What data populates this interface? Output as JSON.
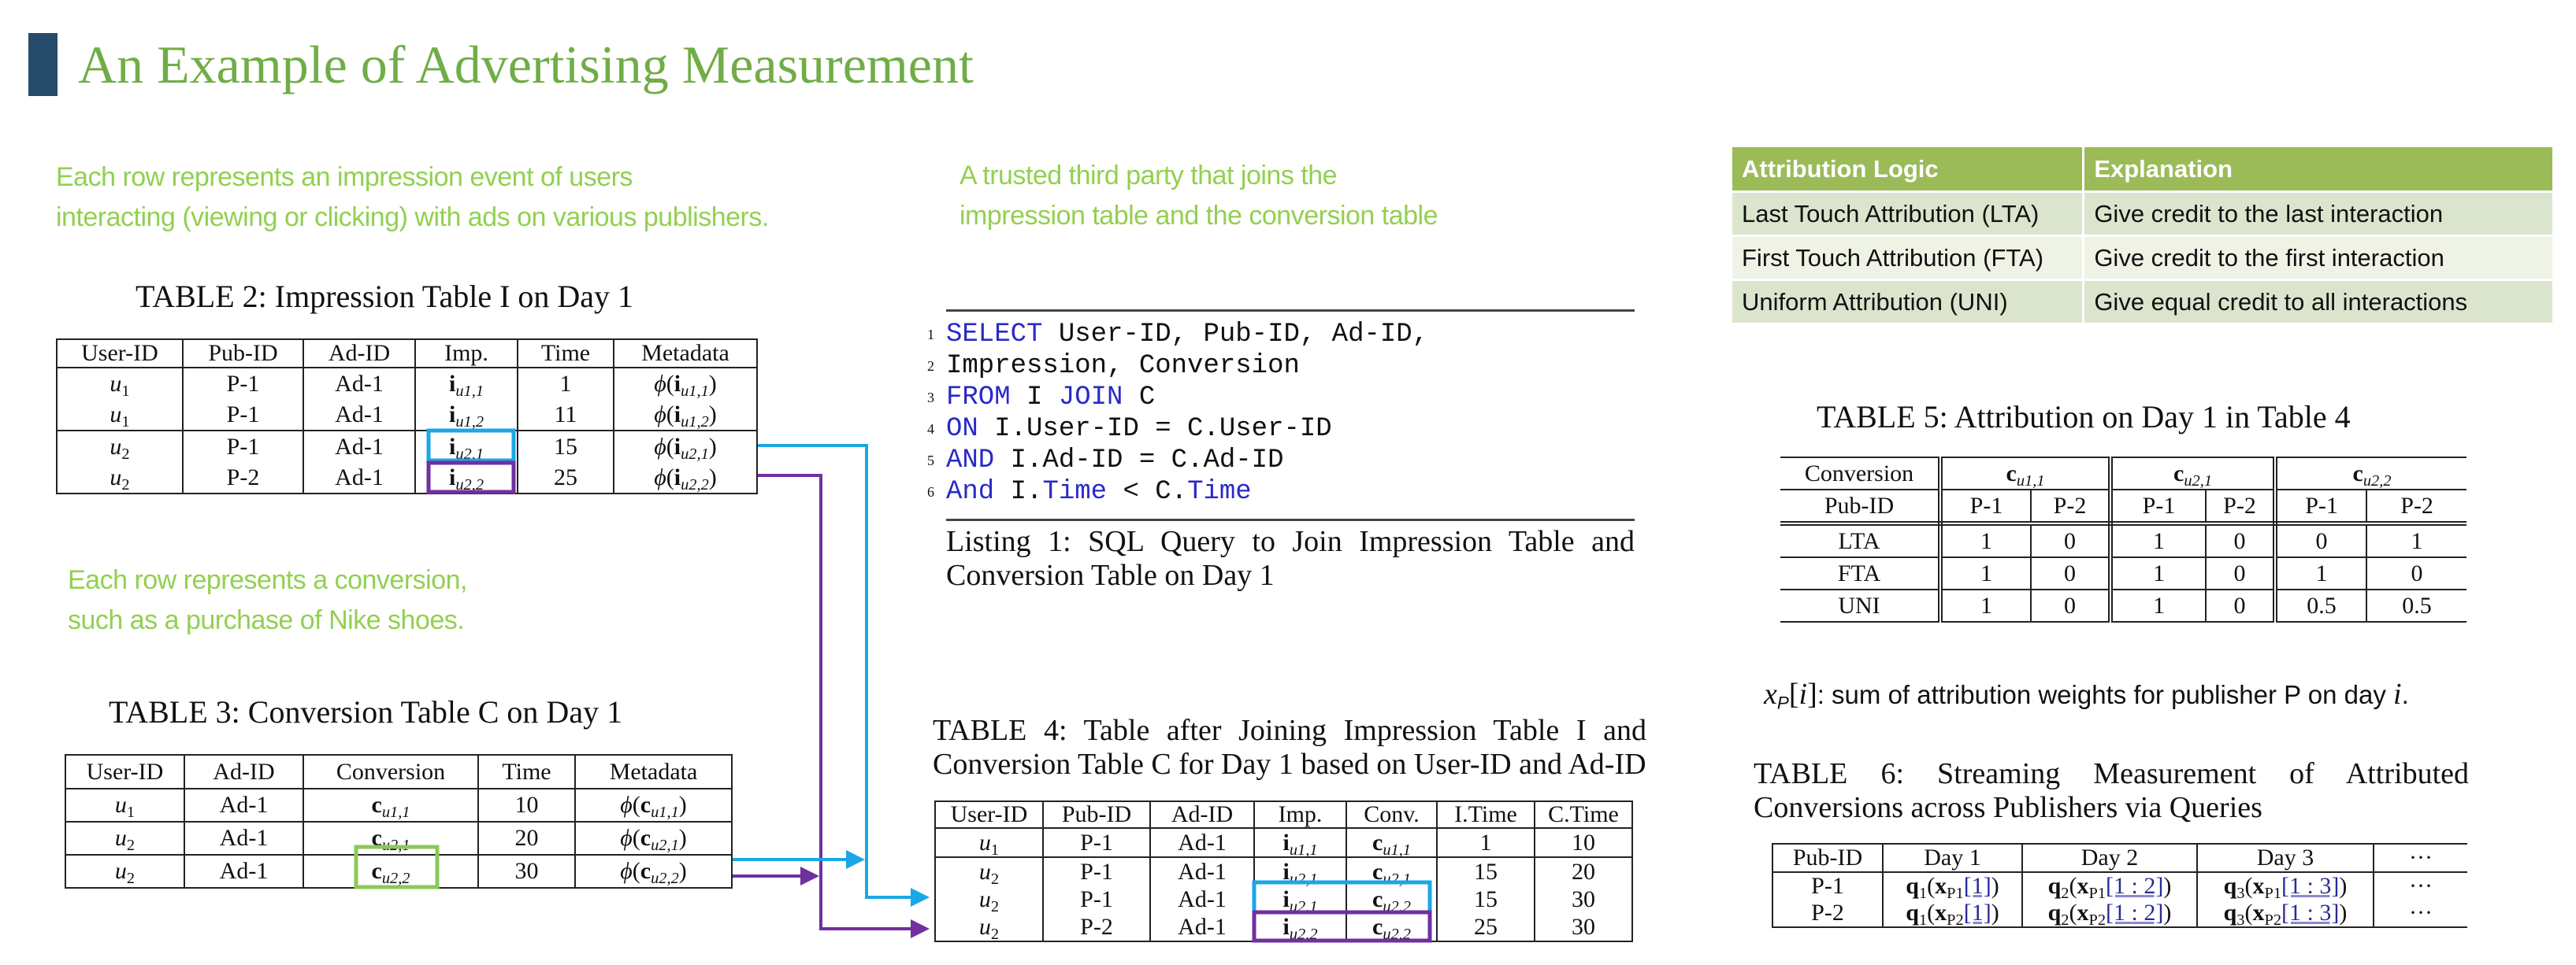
{
  "title": "An Example of Advertising Measurement",
  "notes": {
    "impression": [
      "Each row represents an impression event of users",
      "interacting (viewing or clicking) with ads on various publishers."
    ],
    "third_party": [
      "A trusted third party that joins the",
      "impression table and the conversion table"
    ],
    "conversion": [
      "Each row represents a conversion,",
      "such as a purchase of Nike shoes."
    ]
  },
  "colors": {
    "title": "#70ad47",
    "note": "#92d050",
    "bar": "#264b6b",
    "blue": "#1aa7e6",
    "purple": "#7030a0",
    "green_box": "#8cc85a",
    "header_green": "#9bbb59",
    "keyword": "#2929c8"
  },
  "table2": {
    "caption": "TABLE 2: Impression Table I on Day 1",
    "headers": [
      "User-ID",
      "Pub-ID",
      "Ad-ID",
      "Imp.",
      "Time",
      "Metadata"
    ],
    "rows": [
      [
        {
          "t": "var",
          "v": "u",
          "s": "1"
        },
        "P-1",
        "Ad-1",
        {
          "t": "vec",
          "v": "i",
          "s": "u1,1"
        },
        "1",
        {
          "t": "vec",
          "v": "i",
          "s": "u1,1",
          "wrap": "ϕ"
        }
      ],
      [
        {
          "t": "var",
          "v": "u",
          "s": "1"
        },
        "P-1",
        "Ad-1",
        {
          "t": "vec",
          "v": "i",
          "s": "u1,2"
        },
        "11",
        {
          "t": "vec",
          "v": "i",
          "s": "u1,2",
          "wrap": "ϕ"
        }
      ],
      [
        {
          "t": "var",
          "v": "u",
          "s": "2"
        },
        "P-1",
        "Ad-1",
        {
          "t": "vec",
          "v": "i",
          "s": "u2,1"
        },
        "15",
        {
          "t": "vec",
          "v": "i",
          "s": "u2,1",
          "wrap": "ϕ"
        }
      ],
      [
        {
          "t": "var",
          "v": "u",
          "s": "2"
        },
        "P-2",
        "Ad-1",
        {
          "t": "vec",
          "v": "i",
          "s": "u2,2"
        },
        "25",
        {
          "t": "vec",
          "v": "i",
          "s": "u2,2",
          "wrap": "ϕ"
        }
      ]
    ]
  },
  "table3": {
    "caption": "TABLE 3: Conversion Table C on Day 1",
    "headers": [
      "User-ID",
      "Ad-ID",
      "Conversion",
      "Time",
      "Metadata"
    ],
    "rows": [
      [
        {
          "t": "var",
          "v": "u",
          "s": "1"
        },
        "Ad-1",
        {
          "t": "vec",
          "v": "c",
          "s": "u1,1"
        },
        "10",
        {
          "t": "vec",
          "v": "c",
          "s": "u1,1",
          "wrap": "ϕ"
        }
      ],
      [
        {
          "t": "var",
          "v": "u",
          "s": "2"
        },
        "Ad-1",
        {
          "t": "vec",
          "v": "c",
          "s": "u2,1"
        },
        "20",
        {
          "t": "vec",
          "v": "c",
          "s": "u2,1",
          "wrap": "ϕ"
        }
      ],
      [
        {
          "t": "var",
          "v": "u",
          "s": "2"
        },
        "Ad-1",
        {
          "t": "vec",
          "v": "c",
          "s": "u2,2"
        },
        "30",
        {
          "t": "vec",
          "v": "c",
          "s": "u2,2",
          "wrap": "ϕ"
        }
      ]
    ]
  },
  "listing": {
    "lines": [
      [
        {
          "k": "SELECT"
        },
        {
          "p": " User-ID, Pub-ID, Ad-ID,"
        }
      ],
      [
        {
          "p": "Impression, Conversion"
        }
      ],
      [
        {
          "k": "FROM"
        },
        {
          "p": " I "
        },
        {
          "k": "JOIN"
        },
        {
          "p": " C"
        }
      ],
      [
        {
          "k": "ON"
        },
        {
          "p": " I.User-ID = C.User-ID"
        }
      ],
      [
        {
          "k": "AND"
        },
        {
          "p": " I.Ad-ID = C.Ad-ID"
        }
      ],
      [
        {
          "k": "And"
        },
        {
          "p": " I."
        },
        {
          "k": "Time"
        },
        {
          "p": " < C."
        },
        {
          "k": "Time"
        }
      ]
    ],
    "caption": "Listing 1: SQL Query to Join Impression Table and Conversion Table on Day 1"
  },
  "table4": {
    "caption": "TABLE 4: Table after Joining Impression Table I and Conversion Table C for Day 1 based on User-ID and Ad-ID",
    "headers": [
      "User-ID",
      "Pub-ID",
      "Ad-ID",
      "Imp.",
      "Conv.",
      "I.Time",
      "C.Time"
    ],
    "rows": [
      [
        {
          "t": "var",
          "v": "u",
          "s": "1"
        },
        "P-1",
        "Ad-1",
        {
          "t": "vec",
          "v": "i",
          "s": "u1,1"
        },
        {
          "t": "vec",
          "v": "c",
          "s": "u1,1"
        },
        "1",
        "10"
      ],
      [
        {
          "t": "var",
          "v": "u",
          "s": "2"
        },
        "P-1",
        "Ad-1",
        {
          "t": "vec",
          "v": "i",
          "s": "u2,1"
        },
        {
          "t": "vec",
          "v": "c",
          "s": "u2,1"
        },
        "15",
        "20"
      ],
      [
        {
          "t": "var",
          "v": "u",
          "s": "2"
        },
        "P-1",
        "Ad-1",
        {
          "t": "vec",
          "v": "i",
          "s": "u2,1"
        },
        {
          "t": "vec",
          "v": "c",
          "s": "u2,2"
        },
        "15",
        "30"
      ],
      [
        {
          "t": "var",
          "v": "u",
          "s": "2"
        },
        "P-2",
        "Ad-1",
        {
          "t": "vec",
          "v": "i",
          "s": "u2,2"
        },
        {
          "t": "vec",
          "v": "c",
          "s": "u2,2"
        },
        "25",
        "30"
      ]
    ]
  },
  "attribution": {
    "headers": [
      "Attribution Logic",
      "Explanation"
    ],
    "rows": [
      [
        "Last Touch Attribution (LTA)",
        "Give credit to the last interaction"
      ],
      [
        "First Touch Attribution (FTA)",
        "Give credit to the first interaction"
      ],
      [
        "Uniform Attribution (UNI)",
        "Give equal credit to all interactions"
      ]
    ]
  },
  "table5": {
    "caption": "TABLE 5: Attribution on Day 1 in Table 4",
    "conversion_label": "Conversion",
    "pub_label": "Pub-ID",
    "conversions": [
      {
        "t": "vec",
        "v": "c",
        "s": "u1,1"
      },
      {
        "t": "vec",
        "v": "c",
        "s": "u2,1"
      },
      {
        "t": "vec",
        "v": "c",
        "s": "u2,2"
      }
    ],
    "pubs": [
      "P-1",
      "P-2",
      "P-1",
      "P-2",
      "P-1",
      "P-2"
    ],
    "rows": [
      {
        "label": "LTA",
        "values": [
          "1",
          "0",
          "1",
          "0",
          "0",
          "1"
        ]
      },
      {
        "label": "FTA",
        "values": [
          "1",
          "0",
          "1",
          "0",
          "1",
          "0"
        ]
      },
      {
        "label": "UNI",
        "values": [
          "1",
          "0",
          "1",
          "0",
          "0.5",
          "0.5"
        ]
      }
    ]
  },
  "formula": {
    "var": "x",
    "sub": "P",
    "idx": "i",
    "text": ": sum of attribution weights for publisher P on day ",
    "end": "i",
    "period": "."
  },
  "table6": {
    "caption": "TABLE 6: Streaming Measurement of Attributed Conversions across Publishers via Queries",
    "headers": [
      "Pub-ID",
      "Day 1",
      "Day 2",
      "Day 3",
      "···"
    ],
    "rows": [
      [
        "P-1",
        {
          "t": "q",
          "qs": "1",
          "xs": "P1",
          "idx": "[1]"
        },
        {
          "t": "q",
          "qs": "2",
          "xs": "P1",
          "idx": "[1 : 2]"
        },
        {
          "t": "q",
          "qs": "3",
          "xs": "P1",
          "idx": "[1 : 3]"
        },
        "···"
      ],
      [
        "P-2",
        {
          "t": "q",
          "qs": "1",
          "xs": "P2",
          "idx": "[1]"
        },
        {
          "t": "q",
          "qs": "2",
          "xs": "P2",
          "idx": "[1 : 2]"
        },
        {
          "t": "q",
          "qs": "3",
          "xs": "P2",
          "idx": "[1 : 3]"
        },
        "···"
      ]
    ]
  }
}
